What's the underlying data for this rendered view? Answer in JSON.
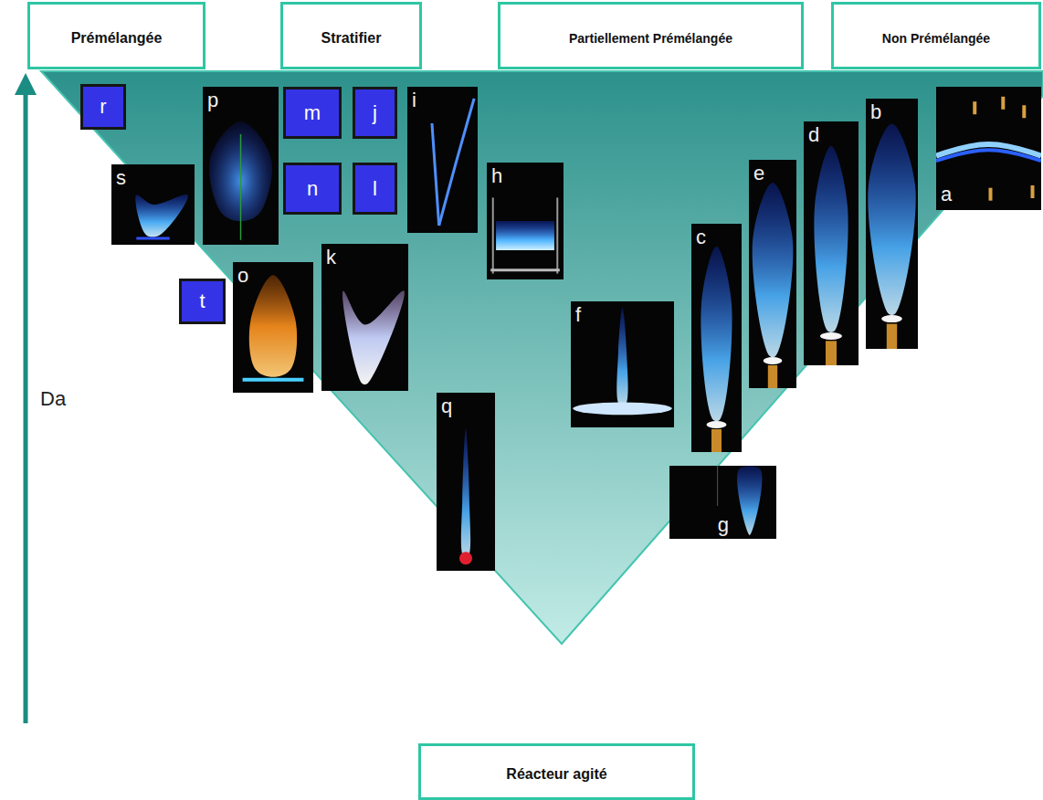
{
  "diagram": {
    "nodes": [
      {
        "text": [
          "Prémélangée"
        ]
      },
      {
        "text": [
          "Stratifier"
        ]
      },
      {
        "text": [
          "Partiellement Prémélangée"
        ]
      },
      {
        "text": [
          "Non Prémélangée"
        ]
      },
      {
        "text": [
          "r"
        ]
      },
      {
        "text": [
          "p"
        ]
      },
      {
        "text": [
          "m"
        ]
      },
      {
        "text": [
          "j"
        ]
      },
      {
        "text": [
          "i"
        ]
      },
      {
        "text": [
          "b"
        ]
      },
      {
        "text": [
          "a"
        ]
      },
      {
        "text": [
          "d"
        ]
      },
      {
        "text": [
          "e"
        ]
      },
      {
        "text": [
          "s"
        ]
      },
      {
        "text": [
          "n"
        ]
      },
      {
        "text": [
          "l"
        ]
      },
      {
        "text": [
          "h"
        ]
      },
      {
        "text": [
          "c"
        ]
      },
      {
        "text": [
          "t"
        ]
      },
      {
        "text": [
          "o"
        ]
      },
      {
        "text": [
          "k"
        ]
      },
      {
        "text": [
          "f"
        ]
      },
      {
        "text": [
          "q"
        ]
      },
      {
        "text": [
          "g"
        ]
      },
      {
        "text": [
          "Réacteur agité"
        ]
      }
    ],
    "labels": [
      "Da"
    ]
  }
}
